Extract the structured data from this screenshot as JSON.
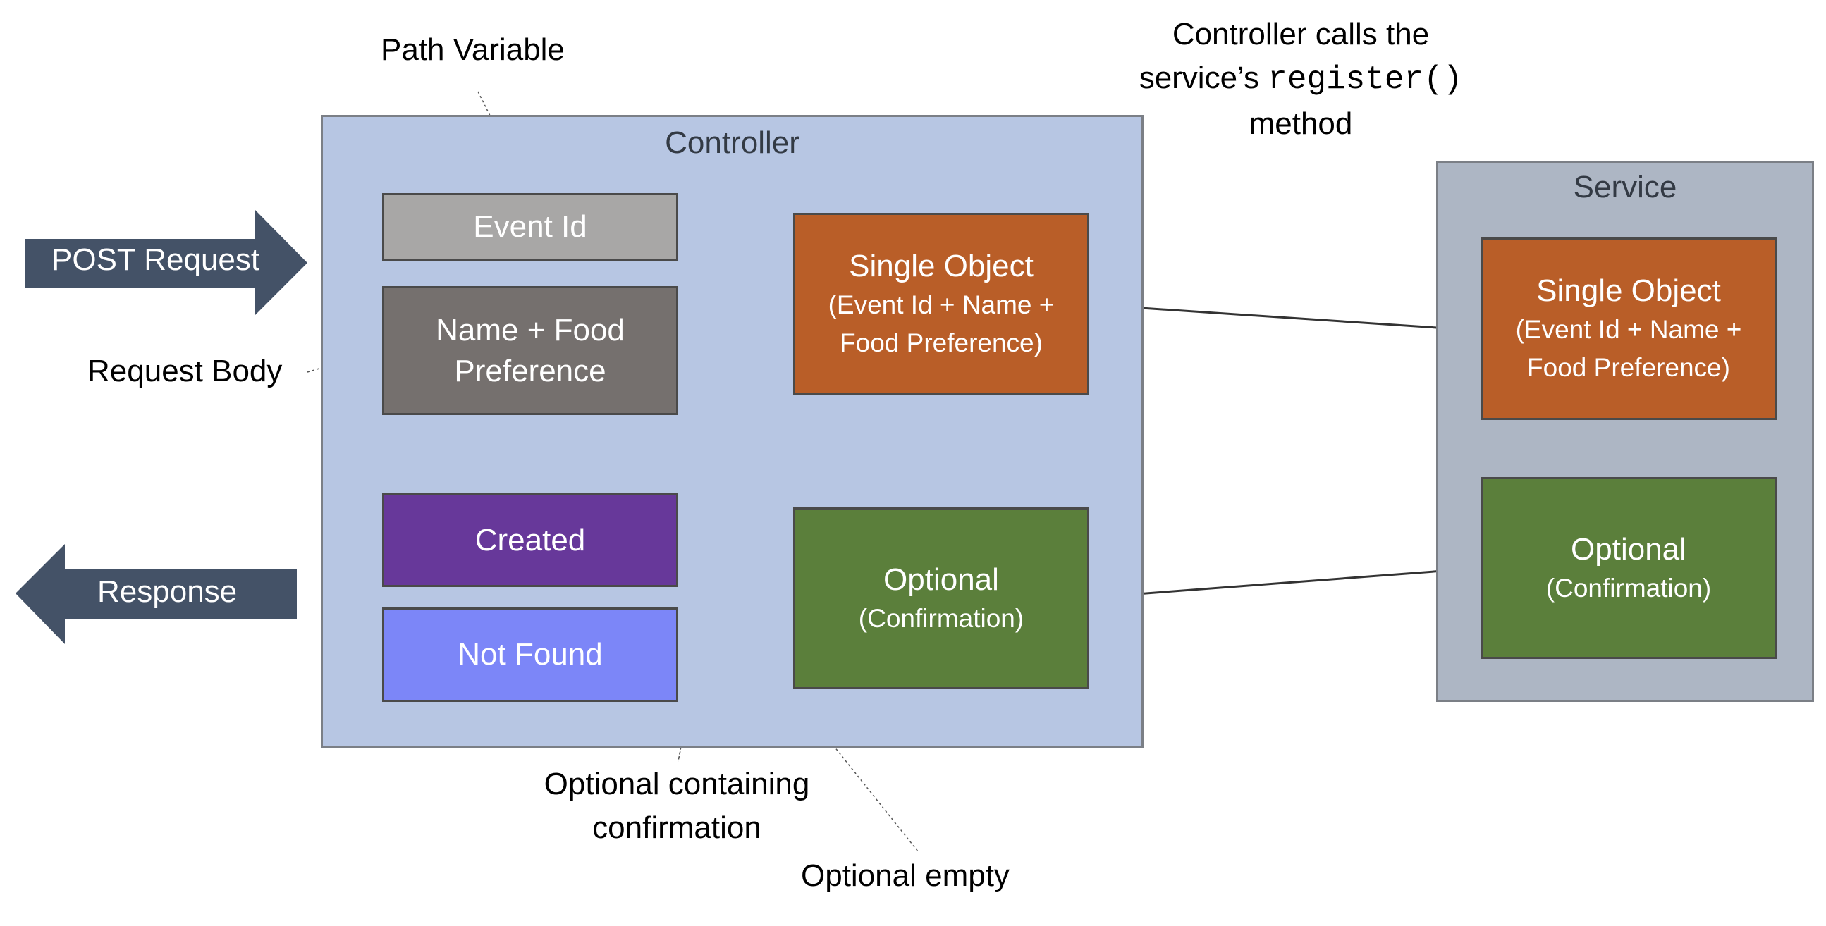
{
  "annotations": {
    "path_variable": "Path Variable",
    "request_body": "Request Body",
    "controller_calls_line1": "Controller calls the",
    "controller_calls_prefix": "service’s ",
    "controller_calls_code": "register()",
    "controller_calls_line3": "method",
    "optional_containing_line1": "Optional containing",
    "optional_containing_line2": "confirmation",
    "optional_empty": "Optional empty"
  },
  "arrows": {
    "post_request": "POST Request",
    "response": "Response"
  },
  "controller": {
    "title": "Controller",
    "event_id": "Event Id",
    "name_food_line1": "Name + Food",
    "name_food_line2": "Preference",
    "single_object_title": "Single Object",
    "single_object_line1": "(Event Id + Name +",
    "single_object_line2": "Food Preference)",
    "created": "Created",
    "not_found": "Not Found",
    "optional_title": "Optional",
    "optional_sub": "(Confirmation)"
  },
  "service": {
    "title": "Service",
    "single_object_title": "Single Object",
    "single_object_line1": "(Event Id + Name +",
    "single_object_line2": "Food Preference)",
    "optional_title": "Optional",
    "optional_sub": "(Confirmation)"
  },
  "colors": {
    "controller_panel": "#b7c6e3",
    "service_panel": "#adb6c4",
    "event_id_box": "#a8a7a6",
    "name_food_box": "#75706e",
    "single_object_box": "#b95e28",
    "optional_box": "#5b7f3b",
    "created_box": "#67389a",
    "not_found_box": "#7c86f8",
    "big_arrow": "#445267"
  }
}
